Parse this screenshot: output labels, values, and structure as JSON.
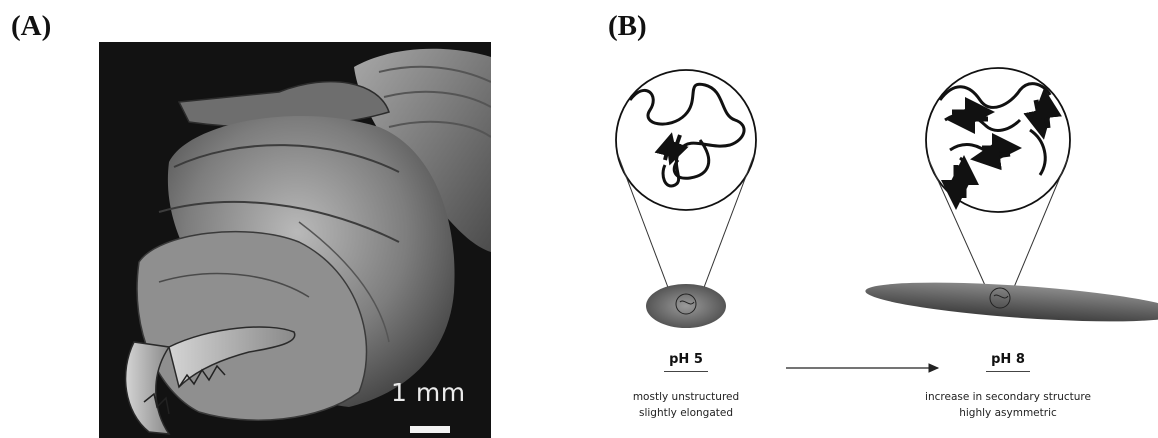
{
  "panels": {
    "a": {
      "label": "(A)",
      "scale_bar": "1 mm"
    },
    "b": {
      "label": "(B)",
      "state_left": {
        "title": "pH 5",
        "line1": "mostly unstructured",
        "line2": "slightly elongated"
      },
      "state_right": {
        "title": "pH 8",
        "line1": "increase in secondary structure",
        "line2": "highly asymmetric"
      }
    }
  }
}
